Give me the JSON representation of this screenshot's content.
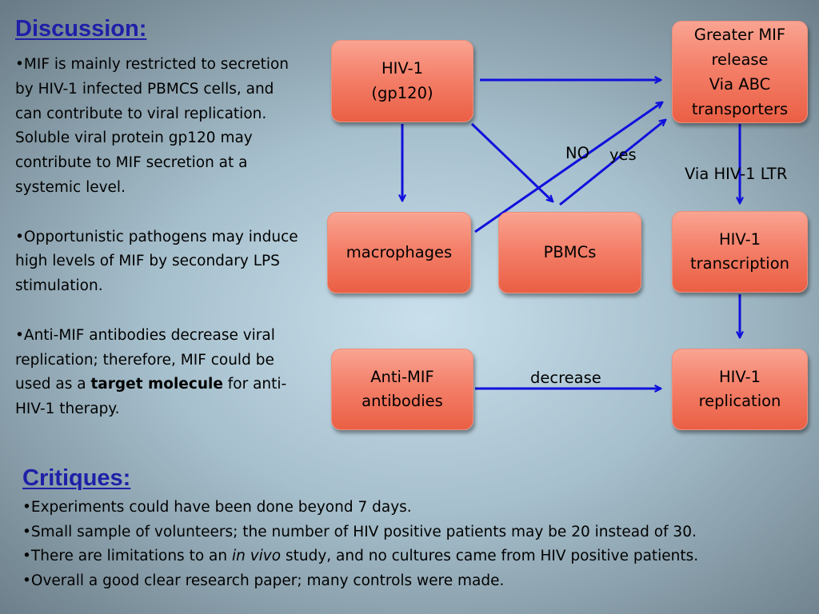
{
  "discussion": {
    "title": "Discussion:",
    "paragraph1": "•MIF is mainly restricted to secretion by HIV-1 infected PBMCS cells, and can contribute to viral replication.  Soluble viral protein gp120 may contribute to MIF secretion at a systemic level.",
    "paragraph2": "•Opportunistic pathogens may induce high levels of MIF by secondary LPS stimulation.",
    "paragraph3_before": "•Anti-MIF antibodies decrease viral replication; therefore, MIF could be used as a ",
    "paragraph3_bold": "target molecule",
    "paragraph3_after": " for anti-HIV-1 therapy."
  },
  "diagram": {
    "nodes": {
      "hiv_gp120": "HIV-1\n(gp120)",
      "greater_mif": "Greater MIF\nrelease\nVia ABC\ntransporters",
      "macrophages": "macrophages",
      "pbmcs": "PBMCs",
      "hiv_transcription": "HIV-1\ntranscription",
      "anti_mif": "Anti-MIF\nantibodies",
      "hiv_replication": "HIV-1\nreplication"
    },
    "labels": {
      "no": "NO",
      "yes": "yes",
      "via_ltr": "Via HIV-1 LTR",
      "decrease": "decrease"
    },
    "arrow_color": "#1010dd"
  },
  "critiques": {
    "title": "Critiques:",
    "item1": "•Experiments could have been done beyond 7 days.",
    "item2": "•Small sample of volunteers; the number of HIV positive patients may be 20 instead of 30.",
    "item3_before": "•There are limitations to an ",
    "item3_italic": "in vivo",
    "item3_after": " study, and no cultures came from HIV positive patients.",
    "item4": "•Overall a good clear research paper; many controls were made."
  }
}
